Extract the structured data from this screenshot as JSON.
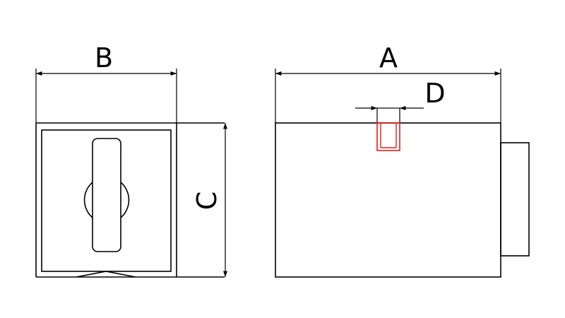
{
  "dimensions": {
    "a": "A",
    "b": "B",
    "c": "C",
    "d": "D"
  },
  "colors": {
    "line": "#000000",
    "highlight": "#e0201a",
    "background": "#ffffff"
  }
}
